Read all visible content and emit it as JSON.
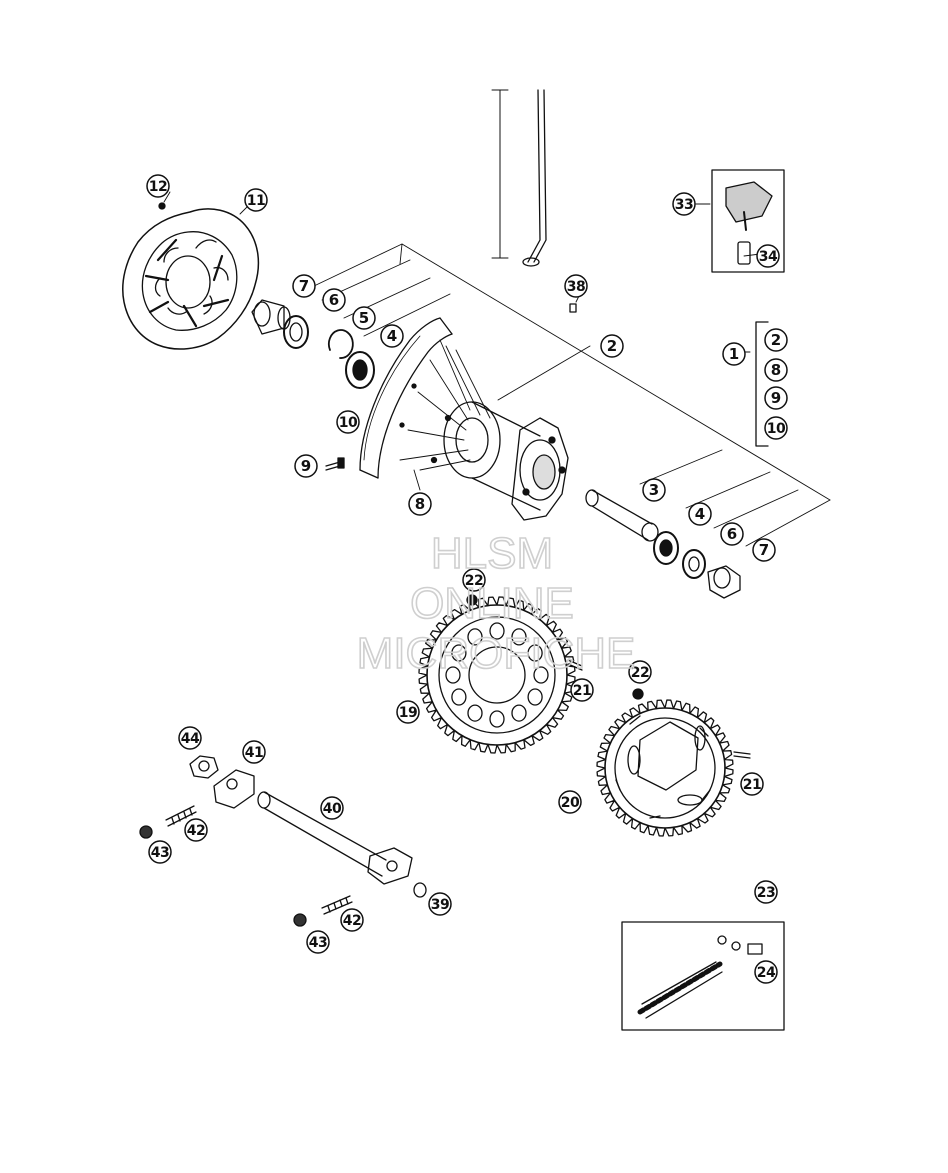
{
  "colors": {
    "ink": "#111111",
    "paper": "#ffffff",
    "watermark": "#cfcfcf"
  },
  "callouts": [
    {
      "label": "12"
    },
    {
      "label": "11"
    },
    {
      "label": "7"
    },
    {
      "label": "6"
    },
    {
      "label": "5"
    },
    {
      "label": "4"
    },
    {
      "label": "2"
    },
    {
      "label": "1"
    },
    {
      "label": "2"
    },
    {
      "label": "8"
    },
    {
      "label": "9"
    },
    {
      "label": "10"
    },
    {
      "label": "10"
    },
    {
      "label": "9"
    },
    {
      "label": "8"
    },
    {
      "label": "3"
    },
    {
      "label": "4"
    },
    {
      "label": "6"
    },
    {
      "label": "7"
    },
    {
      "label": "33"
    },
    {
      "label": "34"
    },
    {
      "label": "38"
    },
    {
      "label": "22"
    },
    {
      "label": "22"
    },
    {
      "label": "21"
    },
    {
      "label": "19"
    },
    {
      "label": "21"
    },
    {
      "label": "20"
    },
    {
      "label": "44"
    },
    {
      "label": "41"
    },
    {
      "label": "40"
    },
    {
      "label": "42"
    },
    {
      "label": "43"
    },
    {
      "label": "42"
    },
    {
      "label": "43"
    },
    {
      "label": "39"
    },
    {
      "label": "23"
    },
    {
      "label": "24"
    }
  ],
  "watermark": {
    "line1": "HLSM",
    "line2": "ONLINE",
    "line3": "MICROFICHE"
  }
}
